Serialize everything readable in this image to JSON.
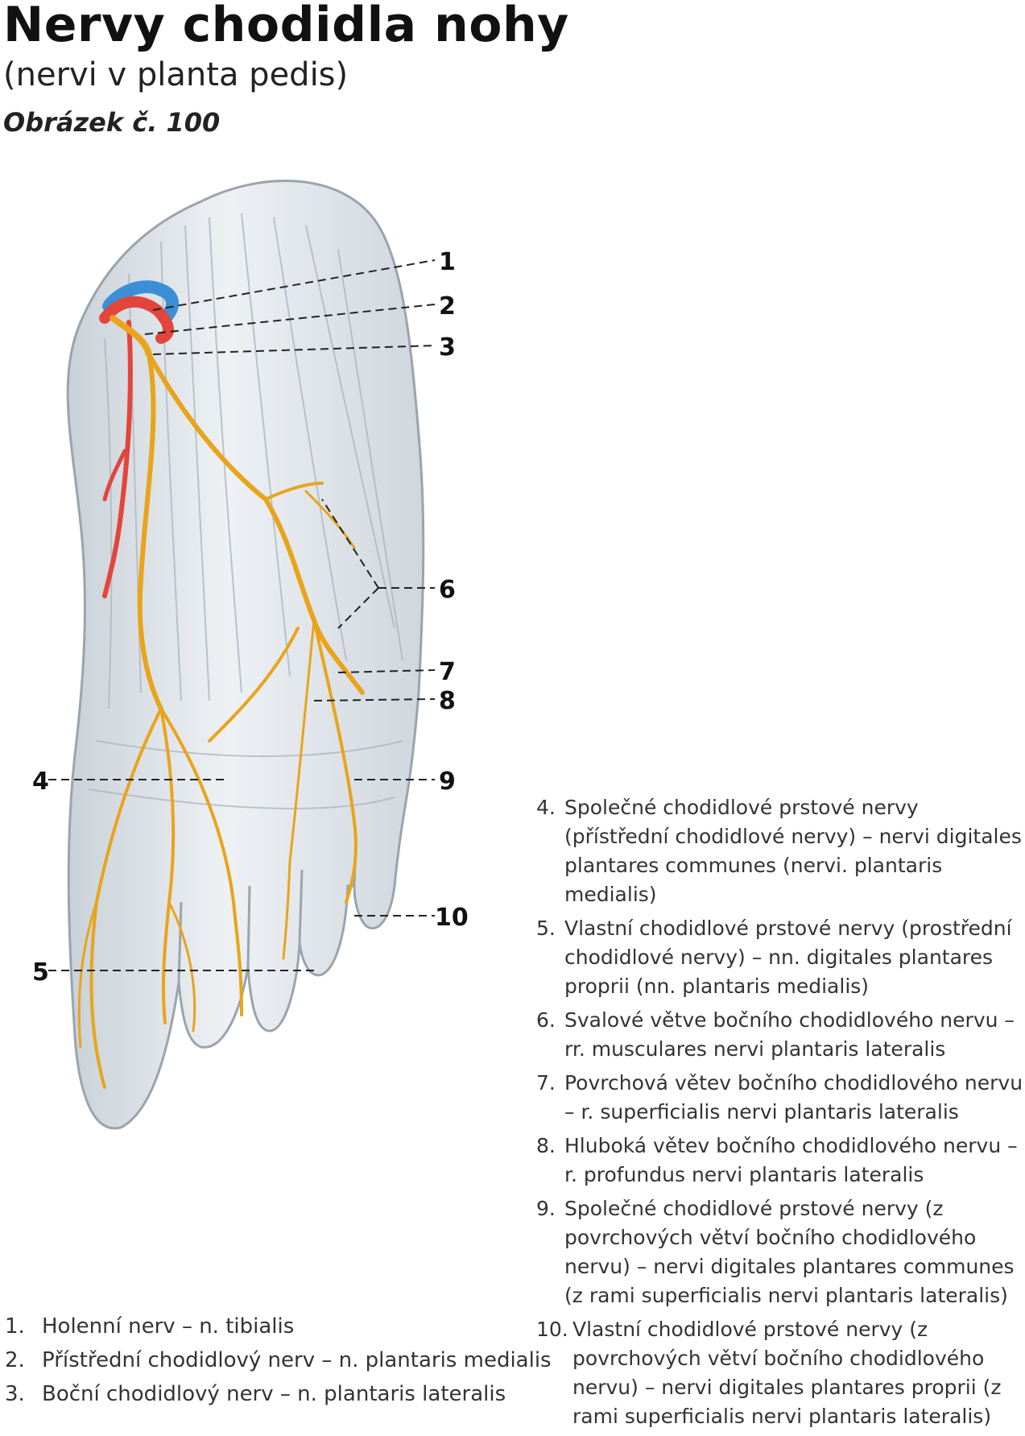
{
  "header": {
    "title": "Nervy chodidla nohy",
    "subtitle": "(nervi v planta pedis)",
    "figure": "Obrázek č. 100"
  },
  "callouts": [
    "1",
    "2",
    "3",
    "4",
    "5",
    "6",
    "7",
    "8",
    "9",
    "10"
  ],
  "legend_left": [
    {
      "n": "1.",
      "text": "Holenní nerv – n. tibialis"
    },
    {
      "n": "2.",
      "text": "Přístřední chodidlový nerv – n. plantaris medialis"
    },
    {
      "n": "3.",
      "text": "Boční chodidlový nerv – n. plantaris lateralis"
    }
  ],
  "legend_right": [
    {
      "n": "4.",
      "text": "Společné chodidlové prstové nervy (přístřední chodidlové nervy) – nervi digitales plantares communes (nervi. plantaris medialis)"
    },
    {
      "n": "5.",
      "text": "Vlastní chodidlové prstové nervy (prostřední chodidlové nervy) – nn. digitales plantares proprii (nn. plantaris medialis)"
    },
    {
      "n": "6.",
      "text": "Svalové větve bočního chodidlového nervu – rr. musculares nervi plantaris lateralis"
    },
    {
      "n": "7.",
      "text": "Povrchová větev bočního chodidlového nervu – r. superficialis nervi plantaris lateralis"
    },
    {
      "n": "8.",
      "text": "Hluboká větev bočního chodidlového nervu – r. profundus nervi plantaris lateralis"
    },
    {
      "n": "9.",
      "text": "Společné chodidlové prstové nervy (z povrchových větví bočního chodidlového nervu) – nervi digitales plantares communes (z rami superficialis nervi plantaris lateralis)"
    },
    {
      "n": "10.",
      "text": "Vlastní chodidlové prstové nervy (z povrchových větví bočního chodidlového nervu) – nervi digitales plantares proprii (z rami superficialis nervi plantaris lateralis)"
    }
  ],
  "colors": {
    "nerve": "#e8a41a",
    "artery": "#e2453c",
    "vein": "#3c8fd6",
    "tissue": "#e4e9ee",
    "tissue_shade": "#b9c2cb"
  }
}
